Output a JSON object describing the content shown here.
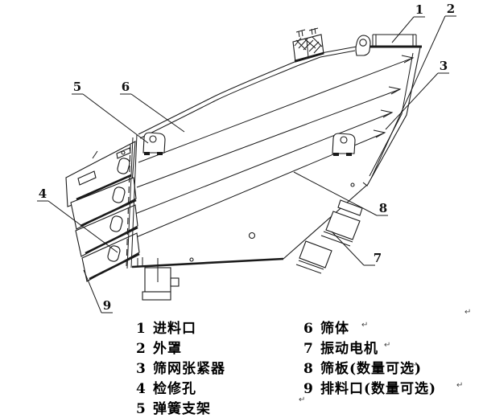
{
  "parts": [
    {
      "num": "1",
      "label": "进料口"
    },
    {
      "num": "2",
      "label": "外罩"
    },
    {
      "num": "3",
      "label": "筛网张紧器"
    },
    {
      "num": "4",
      "label": "检修孔"
    },
    {
      "num": "5",
      "label": "弹簧支架"
    },
    {
      "num": "6",
      "label": "筛体"
    },
    {
      "num": "7",
      "label": "振动电机"
    },
    {
      "num": "8",
      "label": "筛板(数量可选)"
    },
    {
      "num": "9",
      "label": "排料口(数量可选)"
    }
  ],
  "marks": {
    "return": "↵"
  },
  "colors": {
    "line": "#1a1a1a",
    "background": "#ffffff"
  }
}
